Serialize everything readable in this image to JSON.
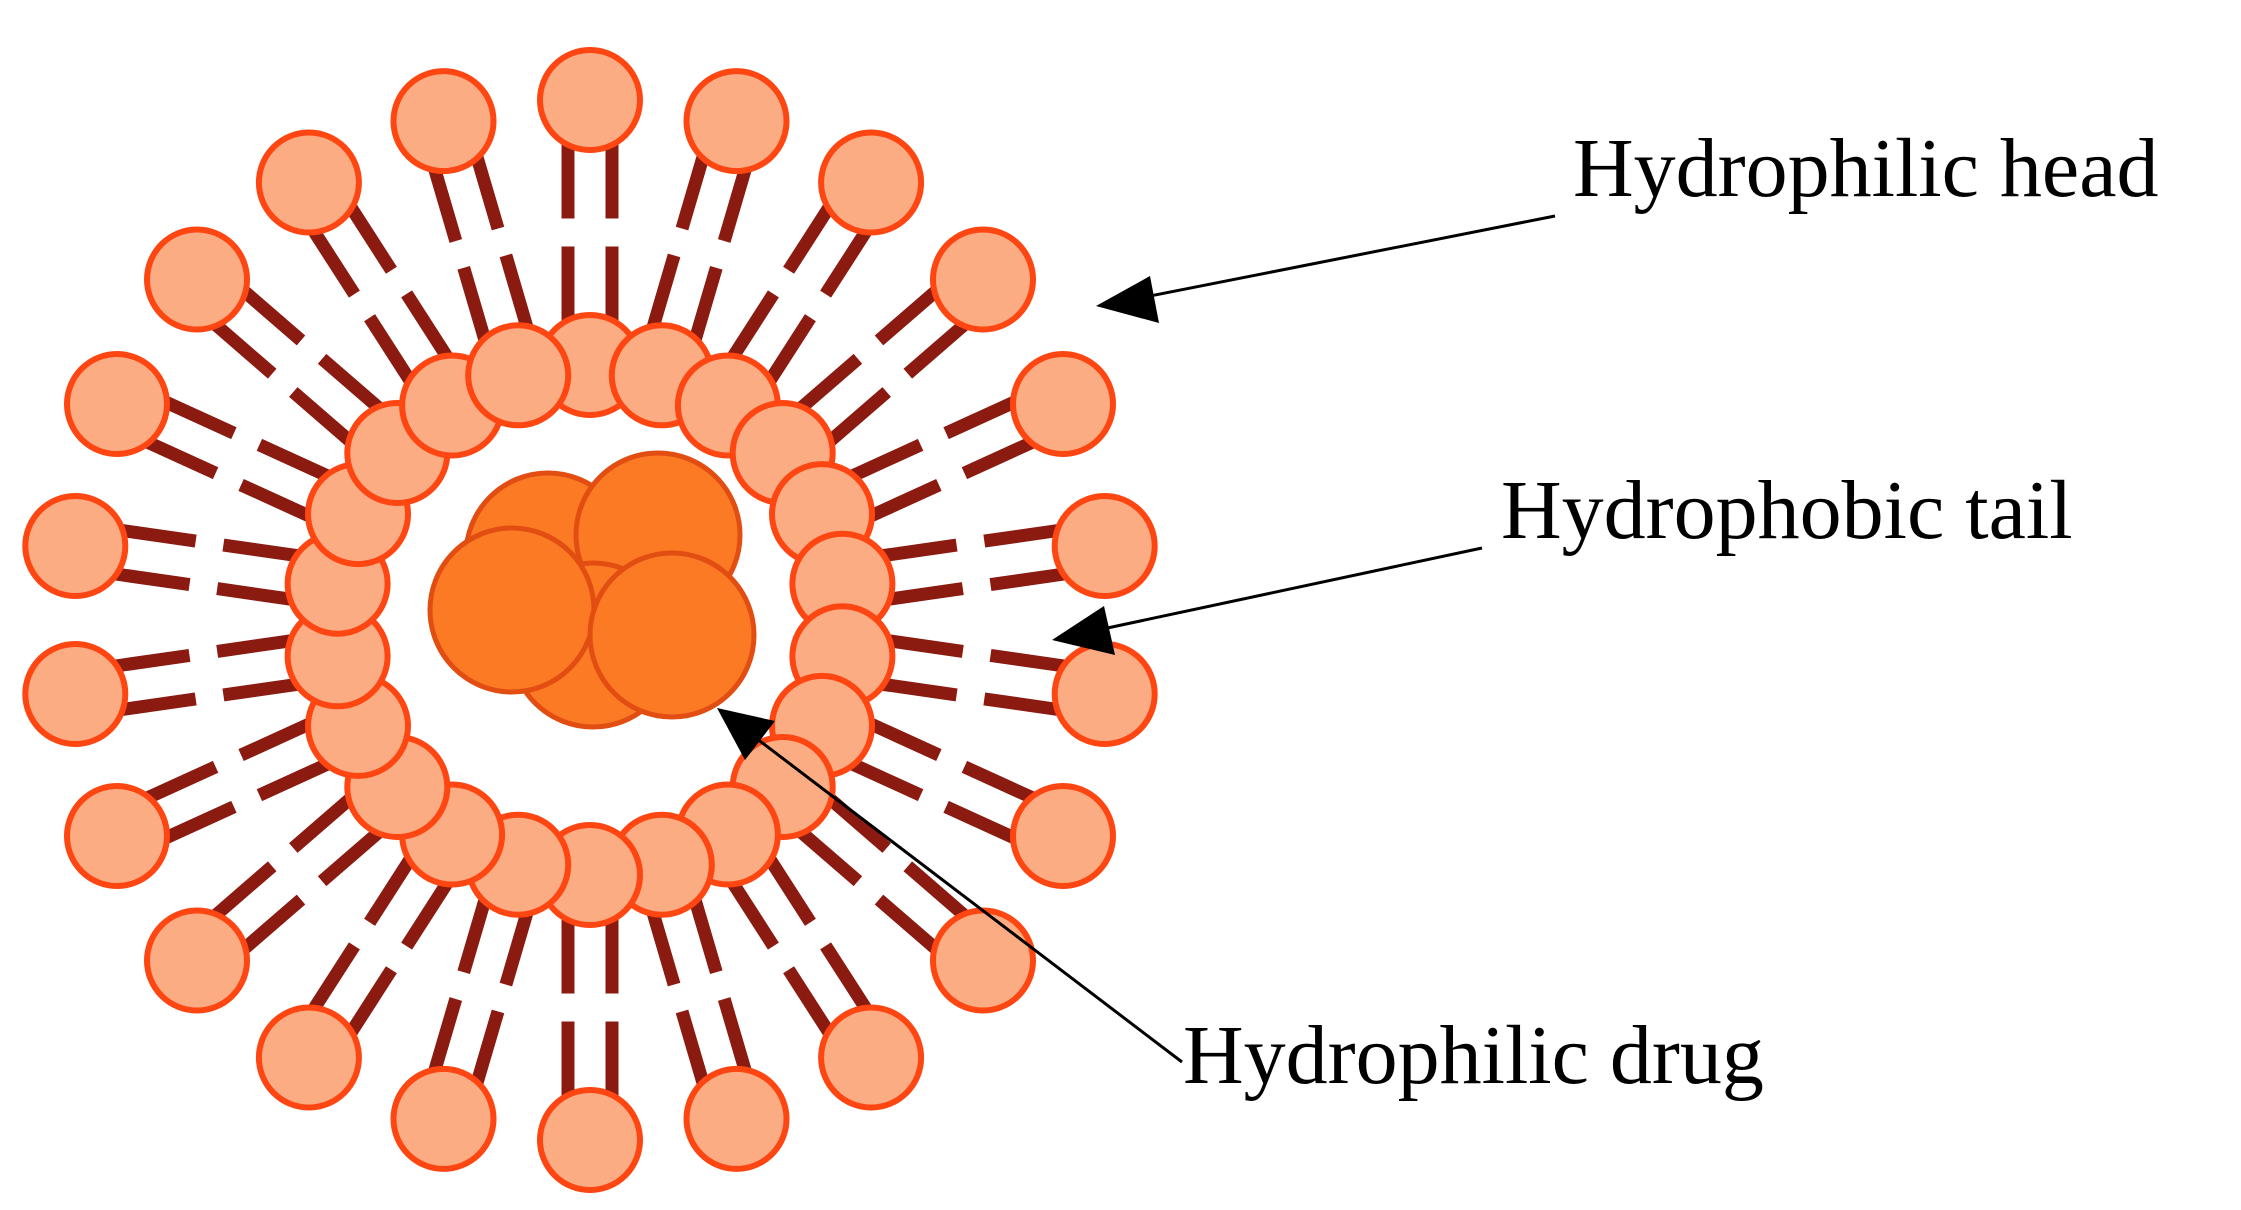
{
  "labels": {
    "head": "Hydrophilic head",
    "tail": "Hydrophobic tail",
    "drug": "Hydrophilic drug"
  },
  "colors": {
    "head_fill": "#fcac83",
    "head_stroke": "#fe4613",
    "tail": "#8b1a10",
    "drug_fill": "#fd7a25",
    "drug_stroke": "#e24d11",
    "arrow": "#000000",
    "background": "#ffffff"
  },
  "liposome": {
    "inner_leaflet_heads": 22,
    "outer_leaflet_heads": 22
  },
  "drug": {
    "particles": 5
  }
}
